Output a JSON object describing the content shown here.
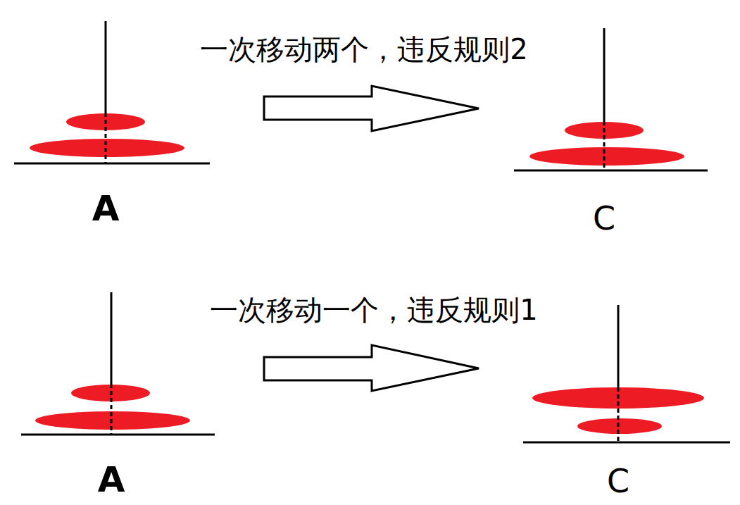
{
  "diagram": {
    "labels": [
      "一次移动两个，违反规则2",
      "A",
      "C",
      "一次移动一个，违反规则1",
      "A",
      "C"
    ]
  }
}
